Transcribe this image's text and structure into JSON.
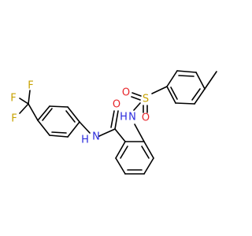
{
  "molecule": {
    "atom_labels": {
      "F_top": "F",
      "F_left": "F",
      "F_bottom": "F",
      "carbonyl_O": "O",
      "amide_N": "N",
      "amide_H": "H",
      "sulfonamide_N": "N",
      "sulfonamide_H": "H",
      "sulfur": "S",
      "sulfonyl_O_left": "O",
      "sulfonyl_O_bottom": "O"
    },
    "colors": {
      "bond": "#000000",
      "fluorine": "#c7a200",
      "oxygen": "#e8262b",
      "nitrogen": "#2b2bdd",
      "sulfur": "#c7a200"
    }
  }
}
